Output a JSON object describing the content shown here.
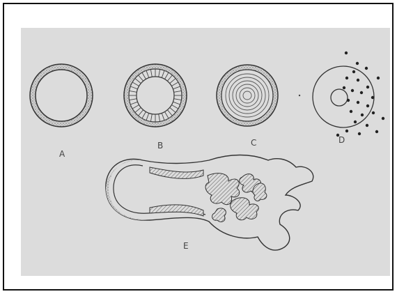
{
  "labels": {
    "a": "A",
    "b": "B",
    "c": "C",
    "d": "D",
    "e": "E"
  },
  "colors": {
    "paper": "#dcdcdc",
    "ink": "#3a3a3a",
    "frame": "#111111"
  }
}
